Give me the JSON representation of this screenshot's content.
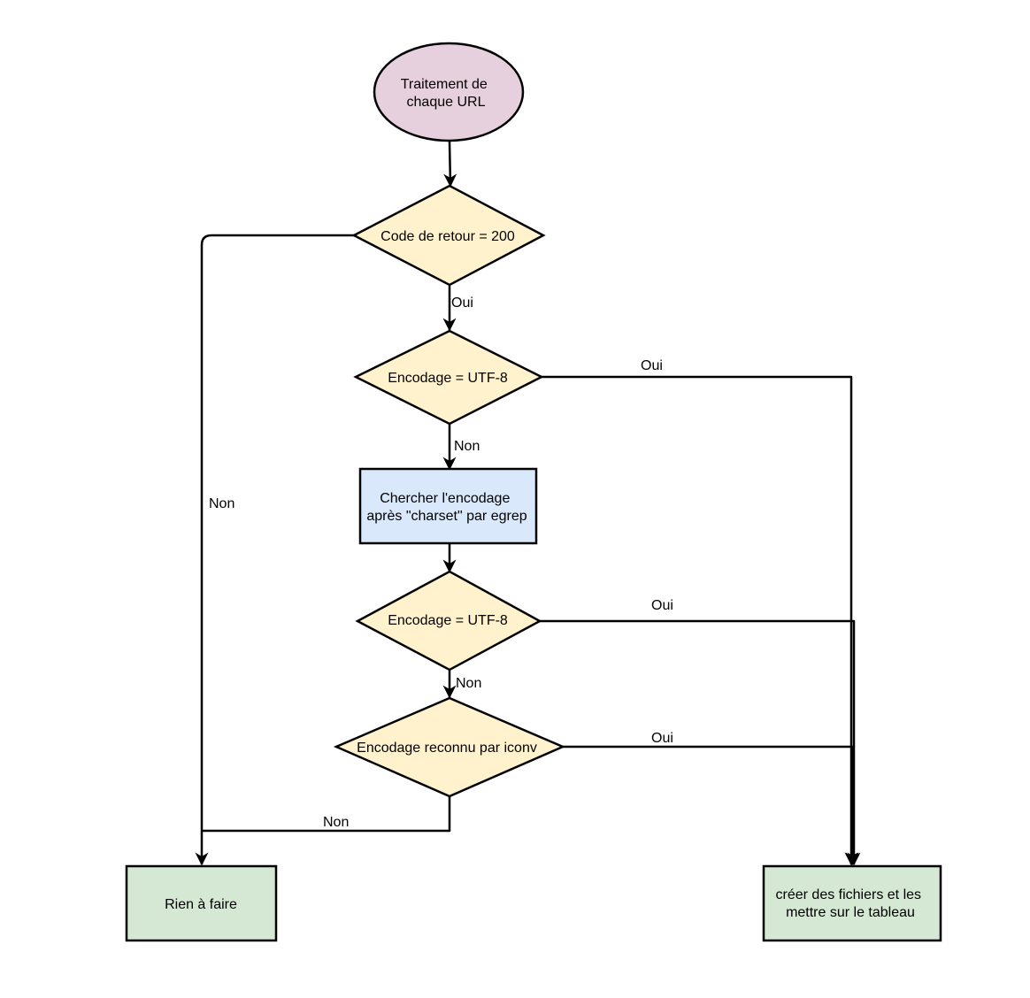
{
  "nodes": {
    "start": {
      "lines": [
        "Traitement de",
        "chaque URL"
      ],
      "fill": "#e6d0de"
    },
    "decision_code": {
      "lines": [
        "Code de retour = 200"
      ],
      "fill": "#fff2cc"
    },
    "decision_utf8_1": {
      "lines": [
        "Encodage = UTF-8"
      ],
      "fill": "#fff2cc"
    },
    "process_charset": {
      "lines": [
        "Chercher l'encodage",
        "après \"charset\" par egrep"
      ],
      "fill": "#dae8fc"
    },
    "decision_utf8_2": {
      "lines": [
        "Encodage = UTF-8"
      ],
      "fill": "#fff2cc"
    },
    "decision_iconv": {
      "lines": [
        "Encodage reconnu par iconv"
      ],
      "fill": "#fff2cc"
    },
    "end_nothing": {
      "lines": [
        "Rien à faire"
      ],
      "fill": "#d5e8d4"
    },
    "end_create": {
      "lines": [
        "créer des fichiers et les",
        "mettre sur le tableau"
      ],
      "fill": "#d5e8d4"
    }
  },
  "edges": {
    "code_oui": "Oui",
    "code_non": "Non",
    "utf8_1_oui": "Oui",
    "utf8_1_non": "Non",
    "utf8_2_oui": "Oui",
    "utf8_2_non": "Non",
    "iconv_oui": "Oui",
    "iconv_non": "Non"
  }
}
